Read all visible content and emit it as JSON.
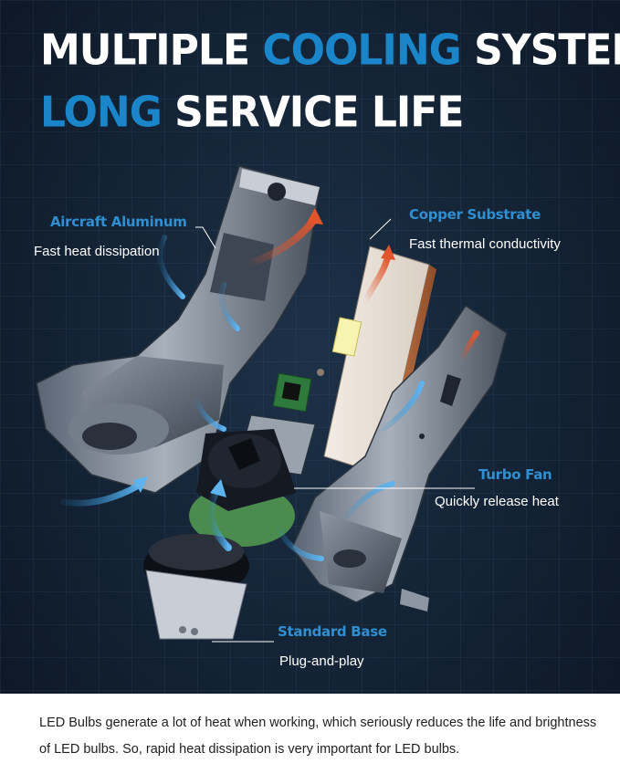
{
  "headline": {
    "line1": [
      {
        "text": "MULTIPLE ",
        "accent": false
      },
      {
        "text": "COOLING",
        "accent": true
      },
      {
        "text": " SYSTEM",
        "accent": false
      }
    ],
    "line2": [
      {
        "text": "LONG",
        "accent": true
      },
      {
        "text": " SERVICE LIFE",
        "accent": false
      }
    ]
  },
  "features": {
    "aircraft_aluminum": {
      "title": "Aircraft Aluminum",
      "desc": "Fast heat dissipation"
    },
    "copper_substrate": {
      "title": "Copper Substrate",
      "desc": "Fast thermal conductivity"
    },
    "turbo_fan": {
      "title": "Turbo Fan",
      "desc": "Quickly release heat"
    },
    "standard_base": {
      "title": "Standard Base",
      "desc": "Plug-and-play"
    }
  },
  "description": "LED Bulbs generate a lot of heat when working, which seriously reduces the life and brightness of LED bulbs. So, rapid heat dissipation is very important for LED bulbs.",
  "colors": {
    "accent": "#1a86c9",
    "label_blue": "#2f8fd0",
    "background": "#132234",
    "heat_arrow": "#e2552c",
    "airflow_arrow": "#2b8fd6"
  },
  "icons": [
    "led-bulb-housing-left",
    "led-copper-board",
    "led-bulb-housing-right",
    "turbo-fan",
    "standard-base-plug"
  ]
}
